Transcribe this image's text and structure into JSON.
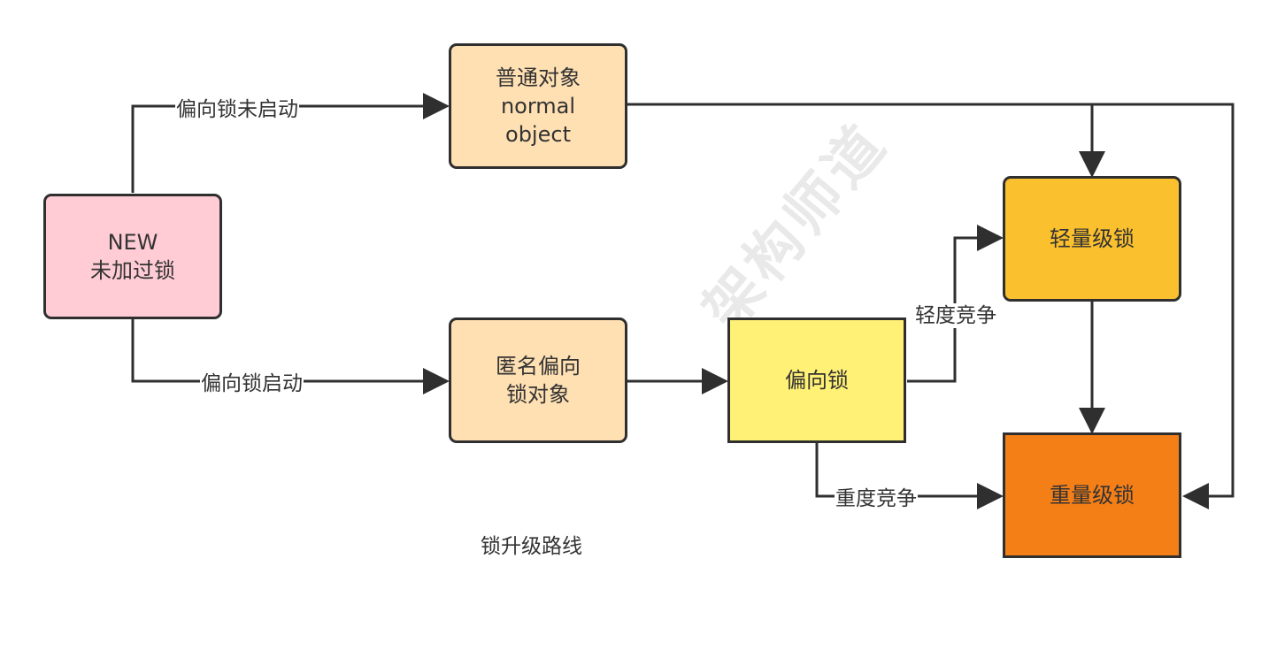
{
  "nodes": {
    "new": {
      "label": "NEW\n未加过锁",
      "fill": "#ffccd5"
    },
    "normal": {
      "label": "普通对象\nnormal\nobject",
      "fill": "#ffe0b3"
    },
    "anon_bias": {
      "label": "匿名偏向\n锁对象",
      "fill": "#ffe0b3"
    },
    "biased": {
      "label": "偏向锁",
      "fill": "#fff176"
    },
    "lightweight": {
      "label": "轻量级锁",
      "fill": "#fbc02d"
    },
    "heavyweight": {
      "label": "重量级锁",
      "fill": "#f57f17"
    }
  },
  "edges": {
    "bias_disabled": "偏向锁未启动",
    "bias_enabled": "偏向锁启动",
    "light_contention": "轻度竞争",
    "heavy_contention": "重度竞争"
  },
  "caption": "锁升级路线",
  "colors": {
    "stroke": "#2f2f2f",
    "text": "#333333"
  }
}
